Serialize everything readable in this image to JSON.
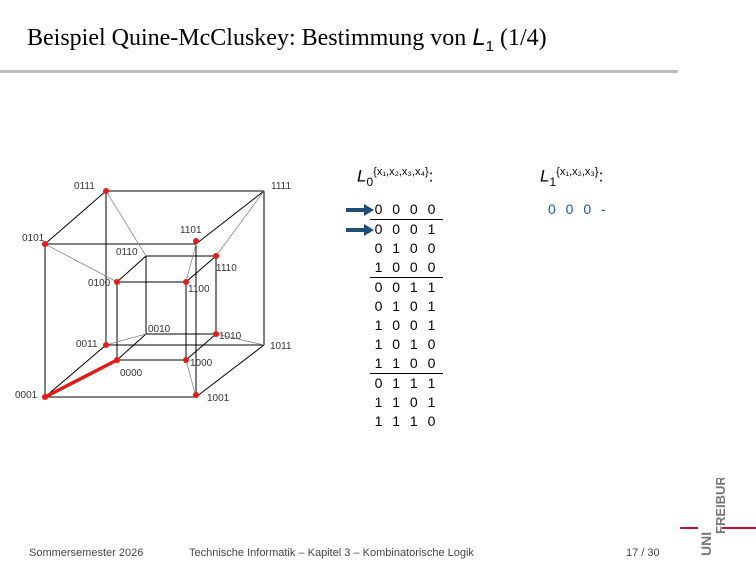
{
  "slide": {
    "title_prefix": "Beispiel Quine-McCluskey: Bestimmung von",
    "title_L": "L",
    "title_sub": "1",
    "title_suffix": " (1/4)"
  },
  "cube": {
    "labels": [
      "0111",
      "1111",
      "0101",
      "1101",
      "0110",
      "1110",
      "0100",
      "1100",
      "0010",
      "1010",
      "0011",
      "1011",
      "0000",
      "1000",
      "0001",
      "1001"
    ]
  },
  "l0": {
    "symbol": "L",
    "sub": "0",
    "sup": "{x₁,x₂,x₃,x₄}",
    "colon": ":",
    "groups": [
      [
        "0 0 0 0"
      ],
      [
        "0 0 0 1",
        "0 1 0 0",
        "1 0 0 0"
      ],
      [
        "0 0 1 1",
        "0 1 0 1",
        "1 0 0 1",
        "1 0 1 0",
        "1 1 0 0"
      ],
      [
        "0 1 1 1",
        "1 1 0 1",
        "1 1 1 0"
      ]
    ],
    "arrow_color": "#1f4e79"
  },
  "l1": {
    "symbol": "L",
    "sub": "1",
    "sup": "{x₁,x₂,x₃}",
    "colon": ":",
    "rows": [
      "0 0 0 -"
    ],
    "text_color": "#1f5aa6"
  },
  "footer": {
    "semester": "Sommersemester 2026",
    "course": "Technische Informatik – Kapitel 3 – Kombinatorische Logik",
    "page": "17 / 30"
  },
  "logo": {
    "uni": "UNI",
    "freiburg": "FREIBURG",
    "accent": "#c8102e"
  }
}
